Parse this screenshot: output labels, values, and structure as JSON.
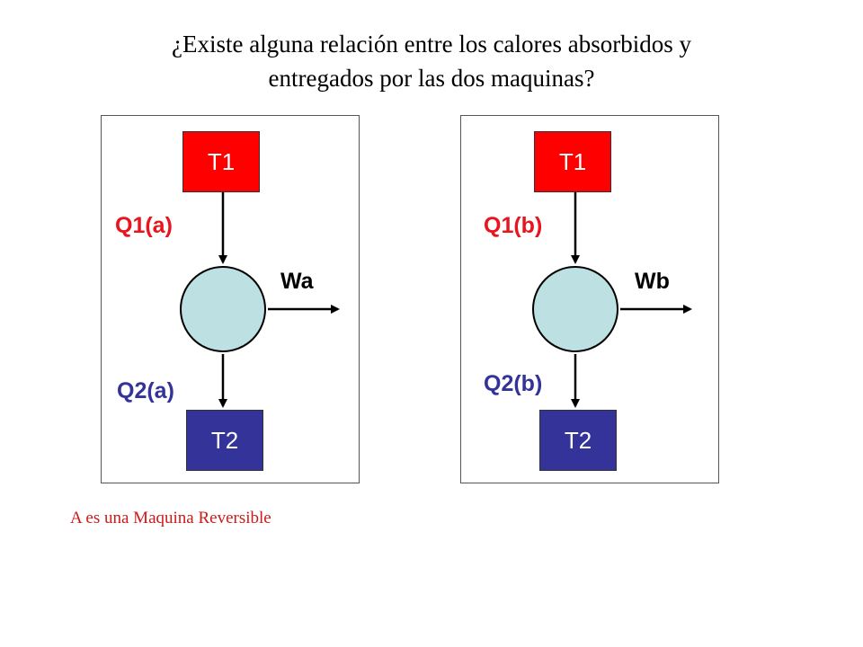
{
  "title": {
    "line1": "¿Existe alguna relación entre los calores absorbidos y",
    "line2": "entregados por las dos maquinas?"
  },
  "engines": [
    {
      "hot_label": "T1",
      "cold_label": "T2",
      "q1_label": "Q1(a)",
      "q2_label": "Q2(a)",
      "work_label": "Wa"
    },
    {
      "hot_label": "T1",
      "cold_label": "T2",
      "q1_label": "Q1(b)",
      "q2_label": "Q2(b)",
      "work_label": "Wb"
    }
  ],
  "note": "A es una Maquina Reversible",
  "colors": {
    "hot_reservoir": "#ff0000",
    "cold_reservoir": "#333399",
    "engine": "#bde0e2",
    "q1_text": "#e8141e",
    "q2_text": "#333399",
    "note_text": "#cc1a1a"
  }
}
